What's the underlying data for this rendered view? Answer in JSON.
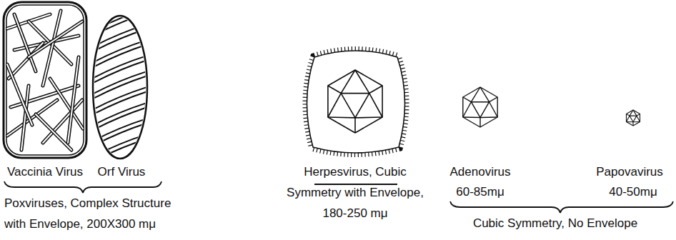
{
  "diagram": {
    "labels": [
      "Vaccinia Virus",
      "Orf Virus",
      "Poxviruses, Complex Structure with Envelope, 200X300 mμ",
      "Herpesvirus, Cubic Symmetry with Envelope, 180-250 mμ",
      "Adenovirus",
      "60-85mμ",
      "Papovavirus",
      "40-50mμ",
      "Cubic Symmetry, No Envelope"
    ]
  }
}
